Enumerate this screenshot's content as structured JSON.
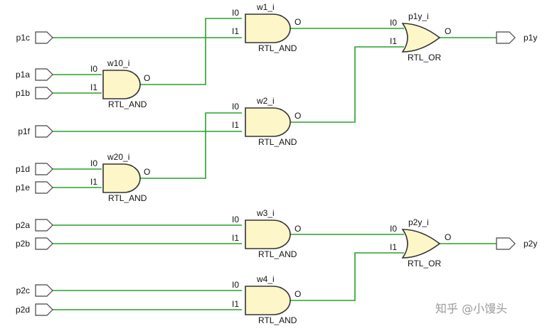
{
  "ports_in": {
    "p1c": "p1c",
    "p1a": "p1a",
    "p1b": "p1b",
    "p1f": "p1f",
    "p1d": "p1d",
    "p1e": "p1e",
    "p2a": "p2a",
    "p2b": "p2b",
    "p2c": "p2c",
    "p2d": "p2d"
  },
  "ports_out": {
    "p1y": "p1y",
    "p2y": "p2y"
  },
  "gates": {
    "w1": {
      "name": "w1_i",
      "type": "RTL_AND",
      "in0": "I0",
      "in1": "I1",
      "out": "O"
    },
    "w10": {
      "name": "w10_i",
      "type": "RTL_AND",
      "in0": "I0",
      "in1": "I1",
      "out": "O"
    },
    "w2": {
      "name": "w2_i",
      "type": "RTL_AND",
      "in0": "I0",
      "in1": "I1",
      "out": "O"
    },
    "w20": {
      "name": "w20_i",
      "type": "RTL_AND",
      "in0": "I0",
      "in1": "I1",
      "out": "O"
    },
    "w3": {
      "name": "w3_i",
      "type": "RTL_AND",
      "in0": "I0",
      "in1": "I1",
      "out": "O"
    },
    "w4": {
      "name": "w4_i",
      "type": "RTL_AND",
      "in0": "I0",
      "in1": "I1",
      "out": "O"
    },
    "p1y": {
      "name": "p1y_i",
      "type": "RTL_OR",
      "in0": "I0",
      "in1": "I1",
      "out": "O"
    },
    "p2y": {
      "name": "p2y_i",
      "type": "RTL_OR",
      "in0": "I0",
      "in1": "I1",
      "out": "O"
    }
  },
  "watermark": "知乎 @小馒头",
  "colors": {
    "wire": "#2aa12a",
    "gate_fill": "#fdf6c8",
    "gate_stroke": "#333333"
  }
}
